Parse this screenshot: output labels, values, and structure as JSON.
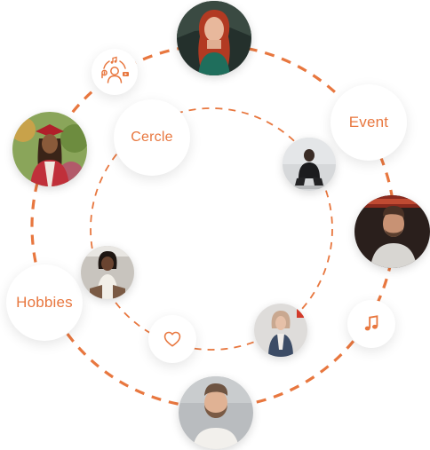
{
  "labels": {
    "cercle": "Cercle",
    "event": "Event",
    "hobbies": "Hobbies"
  },
  "icons": {
    "community": "community-icon",
    "heart": "heart-icon",
    "music": "music-note-icon"
  },
  "colors": {
    "accent": "#E8773F",
    "bubble_bg": "#FFFFFF"
  },
  "avatars": [
    "avatar-red-hair-woman",
    "avatar-graduate-woman",
    "avatar-crouching-man",
    "avatar-bearded-man-right",
    "avatar-woman-sitting",
    "avatar-woman-denim",
    "avatar-bearded-man-bottom"
  ]
}
